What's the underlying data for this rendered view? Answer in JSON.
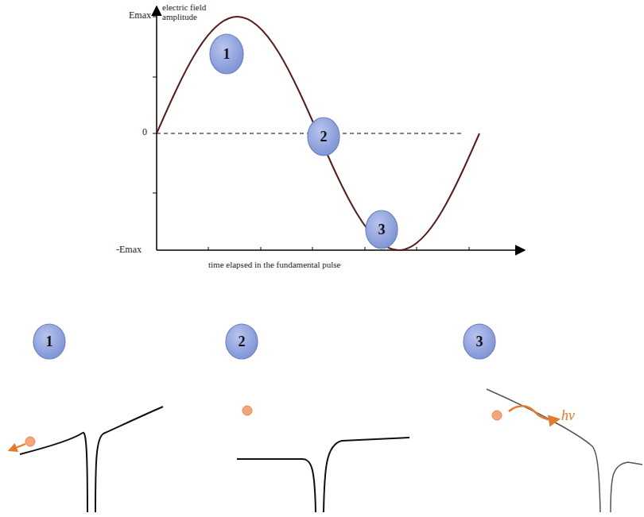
{
  "diagram": {
    "nodes": [
      {
        "text": [
          "1"
        ]
      },
      {
        "text": [
          "2"
        ]
      },
      {
        "text": [
          "3"
        ]
      },
      {
        "text": [
          "1"
        ]
      },
      {
        "text": [
          "2"
        ]
      },
      {
        "text": [
          "3"
        ]
      }
    ],
    "labels": [
      "electric field amplitude",
      "Emax",
      "0",
      "-Emax",
      "time elapsed in the fundamental pulse",
      "hν"
    ]
  }
}
